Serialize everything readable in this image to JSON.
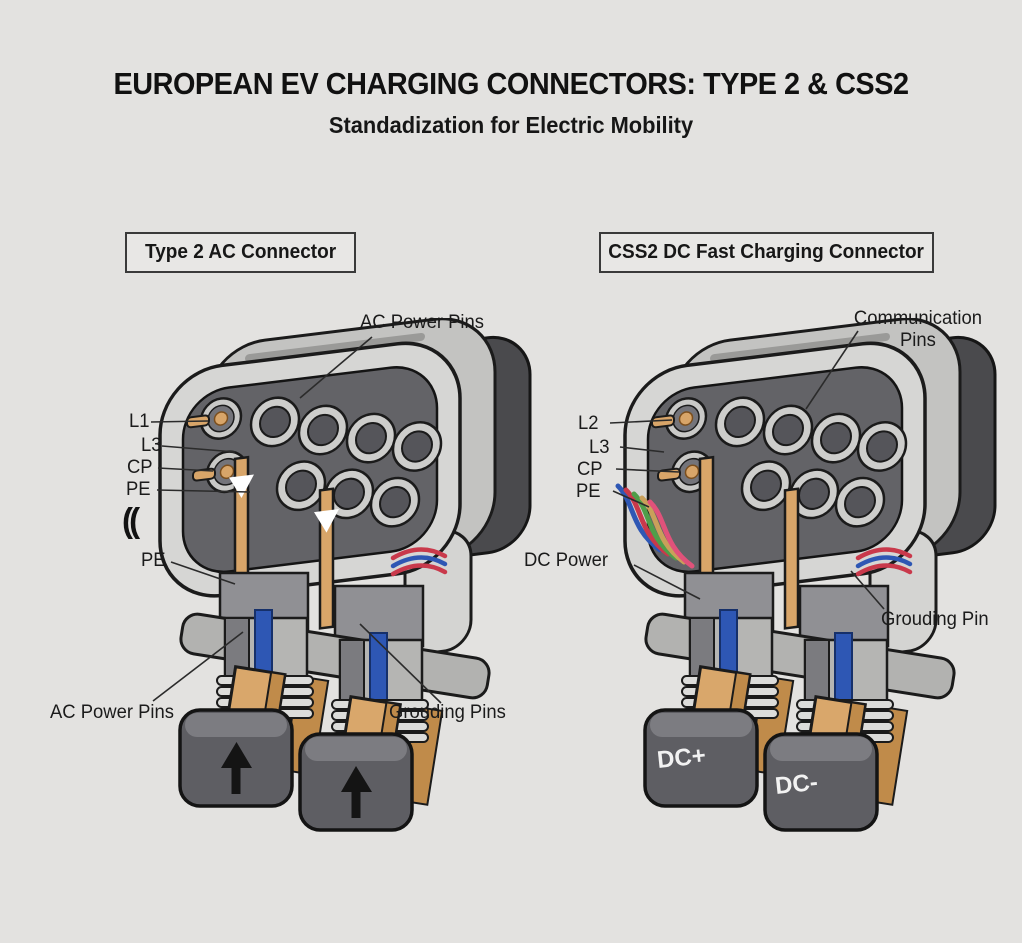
{
  "page": {
    "title": "EUROPEAN EV CHARGING CONNECTORS: TYPE 2 & CSS2",
    "subtitle": "Standadization for Electric Mobility",
    "background_color": "#e3e2e0"
  },
  "type2": {
    "panel_title": "Type 2 AC Connector",
    "labels": {
      "top": "AC Power Pins",
      "pin_l1": "L1",
      "pin_l3": "L3",
      "pin_cp": "CP",
      "pin_pe": "PE",
      "ce_mark": "((",
      "pe_lower": "PE",
      "bottom_left": "AC Power Pins",
      "bottom_right": "Grouding Pins"
    },
    "icons": {
      "rod_arrows": "down-arrow",
      "block_arrows": "up-arrow"
    }
  },
  "css2": {
    "panel_title": "CSS2 DC Fast Charging Connector",
    "labels": {
      "top": "Communication Pins",
      "pin_l2": "L2",
      "pin_l3": "L3",
      "pin_cp": "CP",
      "pin_pe": "PE",
      "dc_power": "DC Power",
      "grounding": "Grouding Pin",
      "block_dc_plus": "DC+",
      "block_dc_minus": "DC-"
    }
  },
  "colors": {
    "background": "#e3e2e0",
    "shell_light": "#d6d6d4",
    "shell_mid": "#c3c3c1",
    "shell_dark_cap": "#4a4a4d",
    "recess": "#636367",
    "copper": "#d8a569",
    "cable_blue": "#2e57b4",
    "wire_red": "#c9394b",
    "wire_green": "#4f9e49",
    "wire_pink": "#e0527a",
    "block_gray": "#5e5e63",
    "text": "#1b1b1b"
  }
}
